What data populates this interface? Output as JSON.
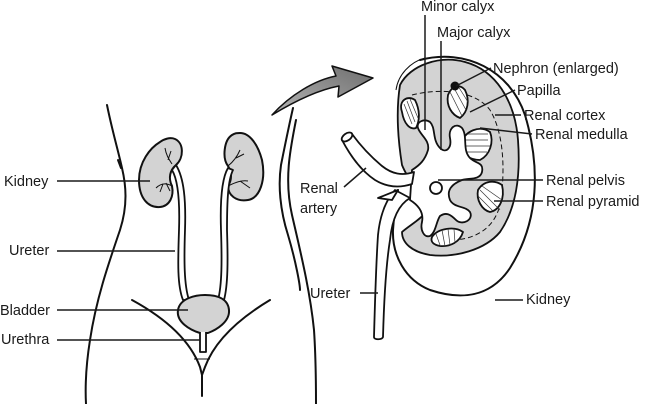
{
  "figure": {
    "title": "Urinary system and kidney cross-section",
    "fill_color": "#d3d3d3",
    "arrow_color": "#8a8a8a",
    "line_color": "#1a1a1a"
  },
  "left_panel": {
    "labels": [
      {
        "id": "kidney",
        "text": "Kidney"
      },
      {
        "id": "ureter",
        "text": "Ureter"
      },
      {
        "id": "bladder",
        "text": "Bladder"
      },
      {
        "id": "urethra",
        "text": "Urethra"
      }
    ]
  },
  "right_panel": {
    "labels": [
      {
        "id": "minor-calyx",
        "text": "Minor calyx"
      },
      {
        "id": "major-calyx",
        "text": "Major calyx"
      },
      {
        "id": "nephron",
        "text": "Nephron (enlarged)"
      },
      {
        "id": "papilla",
        "text": "Papilla"
      },
      {
        "id": "renal-cortex",
        "text": "Renal cortex"
      },
      {
        "id": "renal-medulla",
        "text": "Renal medulla"
      },
      {
        "id": "renal-pelvis",
        "text": "Renal pelvis"
      },
      {
        "id": "renal-pyramid",
        "text": "Renal pyramid"
      },
      {
        "id": "renal-artery-line1",
        "text": "Renal"
      },
      {
        "id": "renal-artery-line2",
        "text": "artery"
      },
      {
        "id": "ureter",
        "text": "Ureter"
      },
      {
        "id": "kidney",
        "text": "Kidney"
      }
    ]
  }
}
